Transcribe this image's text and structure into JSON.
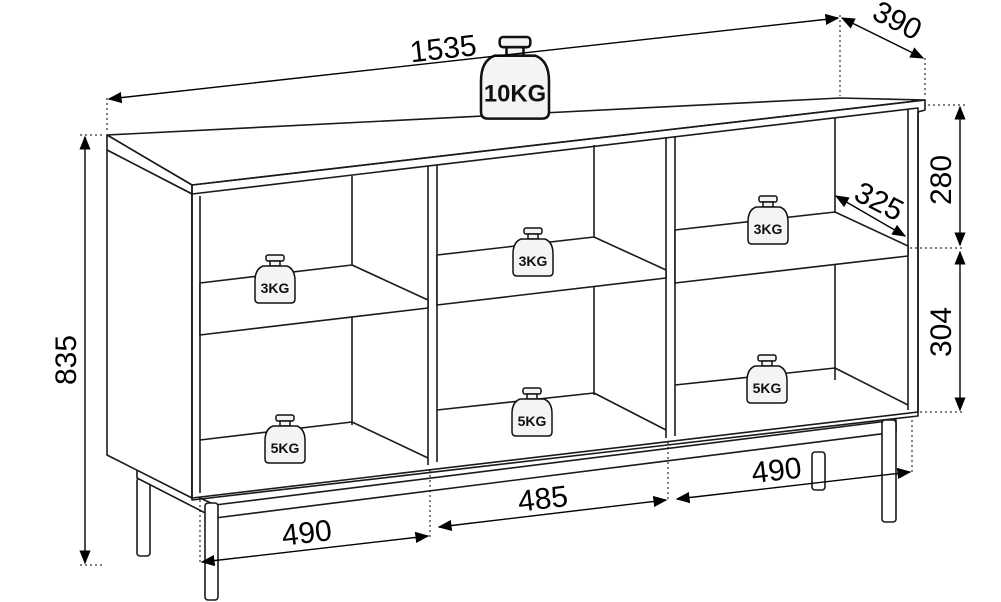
{
  "dimensions": {
    "width": "1535",
    "depth": "390",
    "height": "835",
    "top_compartment_height": "280",
    "bottom_compartment_height": "304",
    "inner_depth": "325",
    "left_width": "490",
    "middle_width": "485",
    "right_width": "490"
  },
  "weights": {
    "top": "10KG",
    "left_upper": "3KG",
    "left_lower": "5KG",
    "middle_upper": "3KG",
    "middle_lower": "5KG",
    "right_upper": "3KG",
    "right_lower": "5KG"
  }
}
